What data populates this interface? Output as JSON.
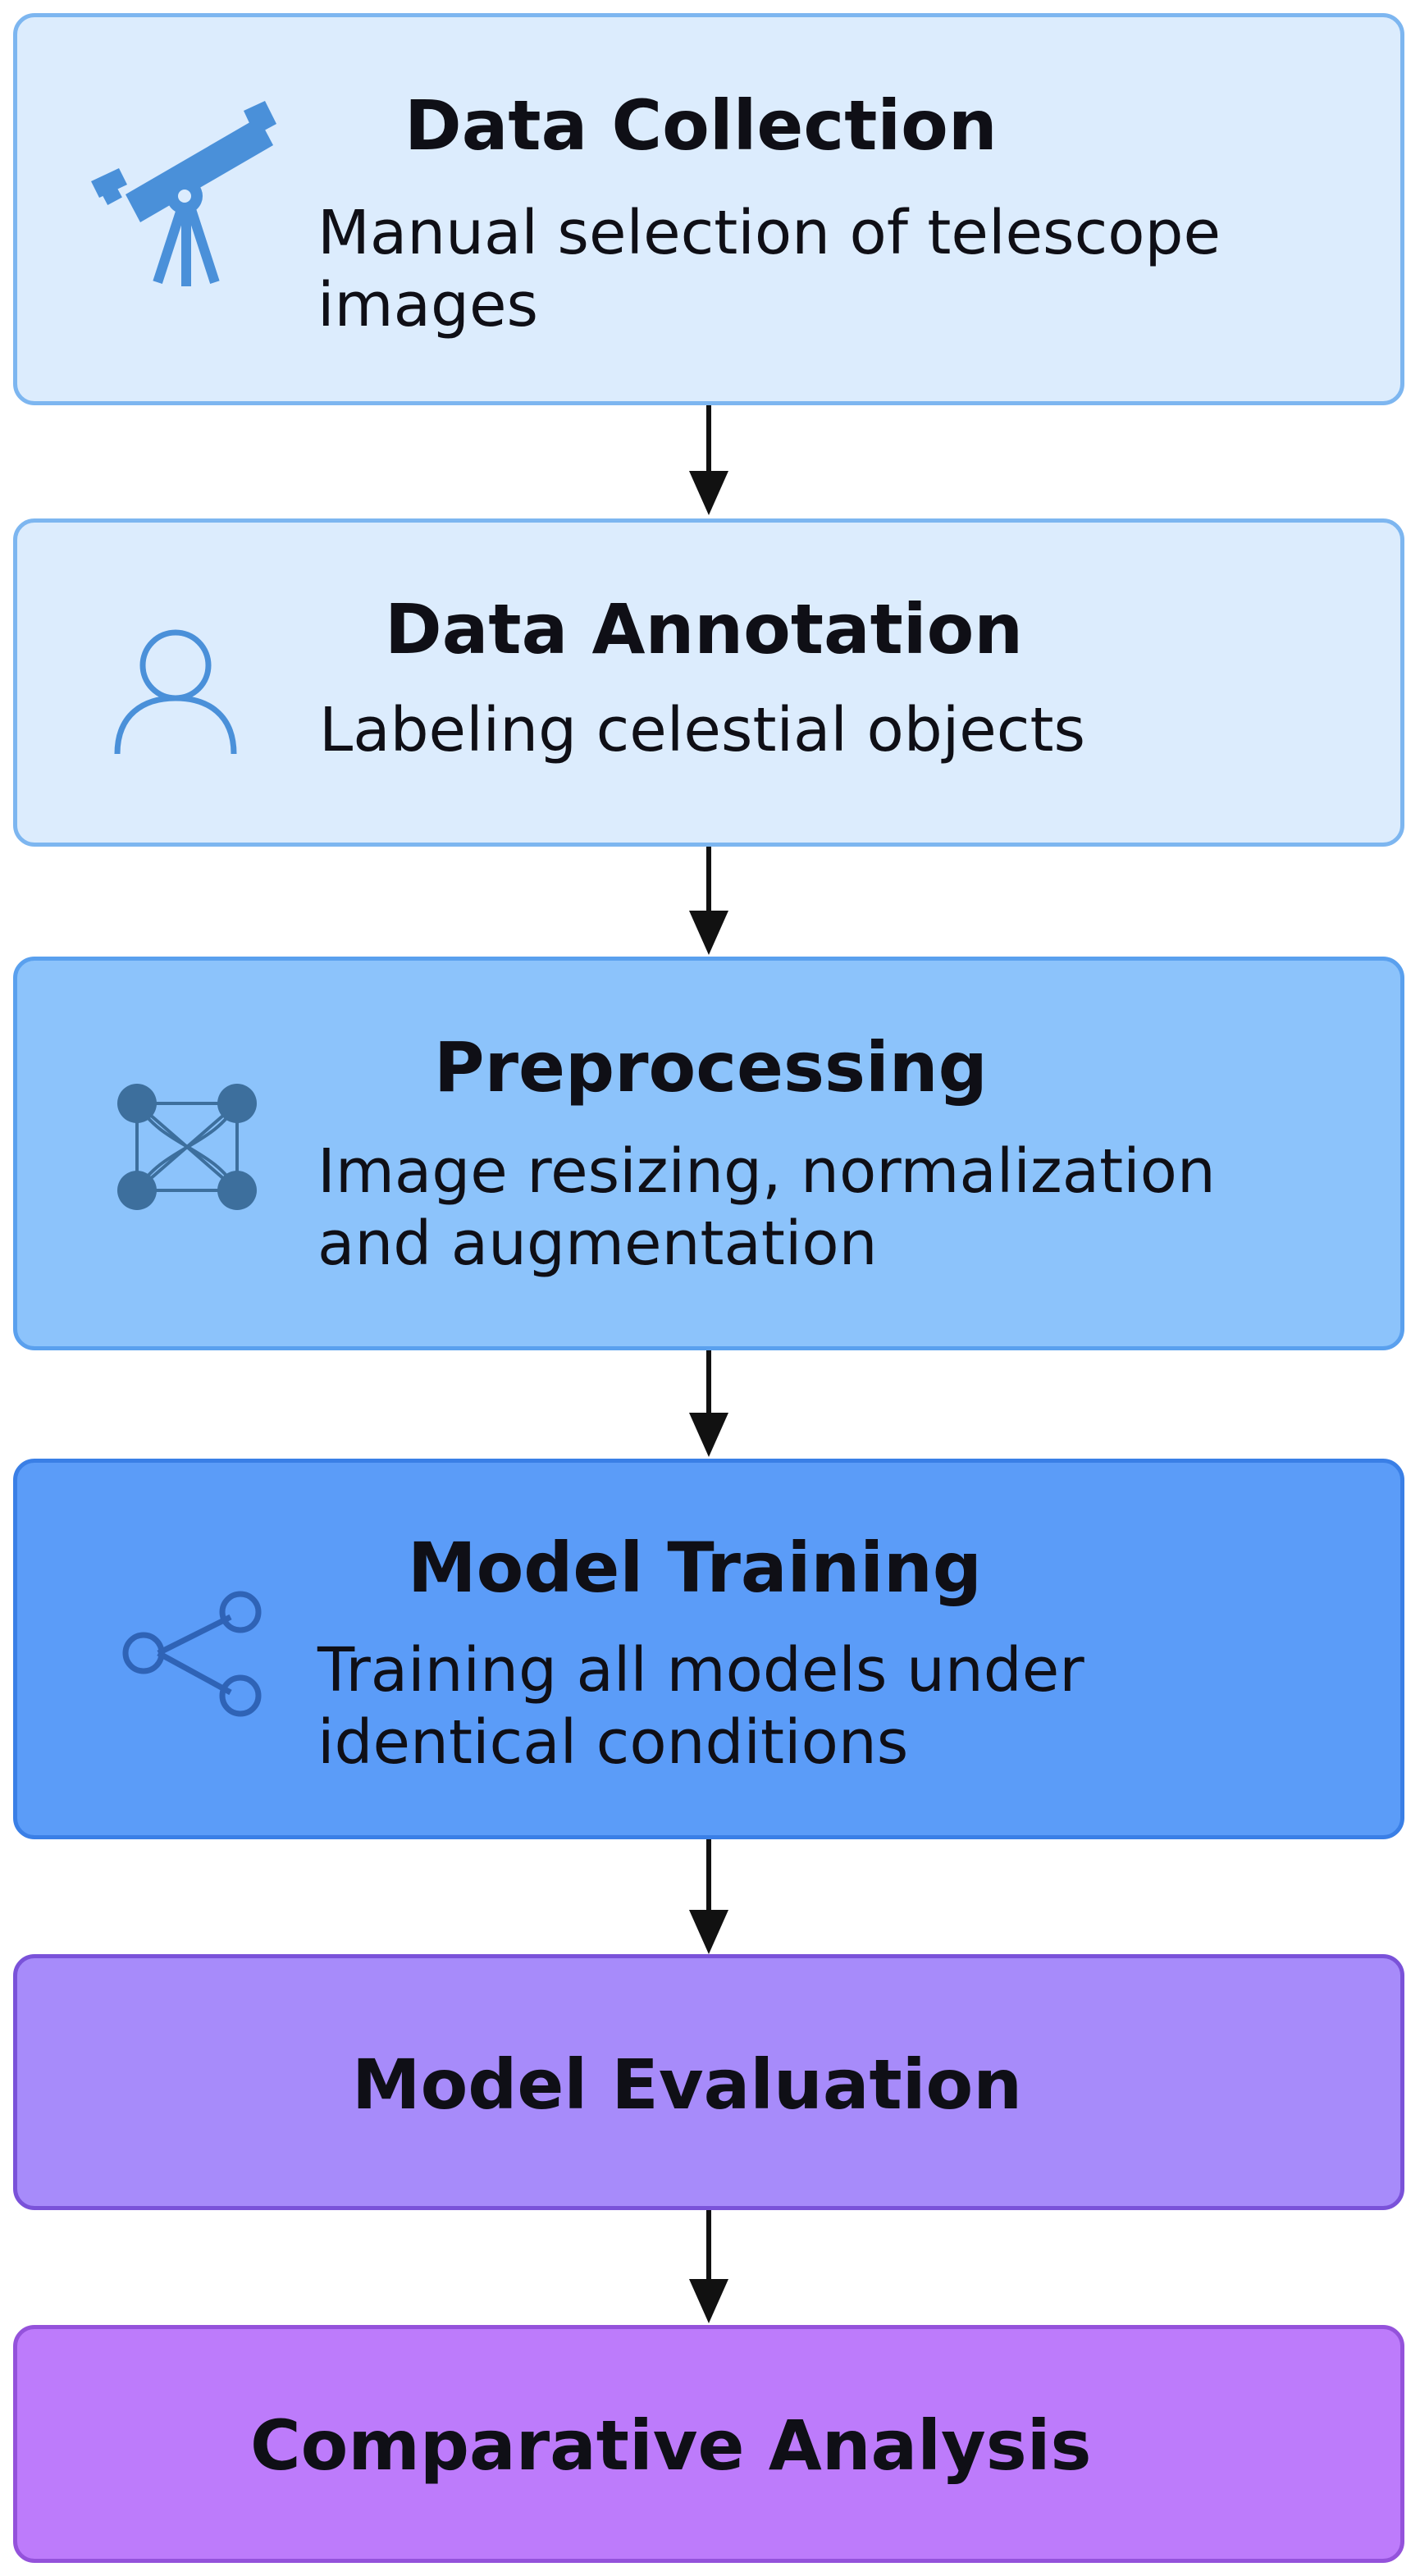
{
  "steps": [
    {
      "title": "Data Collection",
      "desc_lines": [
        "Manual selection of telescope",
        "images"
      ],
      "icon": "telescope-icon",
      "fill": "#dcecfd",
      "border": "#7db6f0"
    },
    {
      "title": "Data Annotation",
      "desc_lines": [
        "Labeling celestial objects"
      ],
      "icon": "person-icon",
      "fill": "#dcecfd",
      "border": "#7db6f0"
    },
    {
      "title": "Preprocessing",
      "desc_lines": [
        "Image resizing, normalization",
        "and augmentation"
      ],
      "icon": "network-graph-icon",
      "fill": "#8cc3fb",
      "border": "#5aa0ee"
    },
    {
      "title": "Model Training",
      "desc_lines": [
        "Training all models under",
        "identical conditions"
      ],
      "icon": "share-icon",
      "fill": "#5b9cf8",
      "border": "#3a7fe6"
    },
    {
      "title": "Model Evaluation",
      "icon": "none",
      "fill": "#a78bfa",
      "border": "#7a52d9"
    },
    {
      "title": "Comparative Analysis",
      "icon": "none",
      "fill": "#bd7bfb",
      "border": "#9452db"
    }
  ],
  "colors": {
    "arrow": "#111111",
    "icon_light": "#4a90d9",
    "icon_dark": "#3d6f9d",
    "icon_deep": "#2f63b6"
  }
}
